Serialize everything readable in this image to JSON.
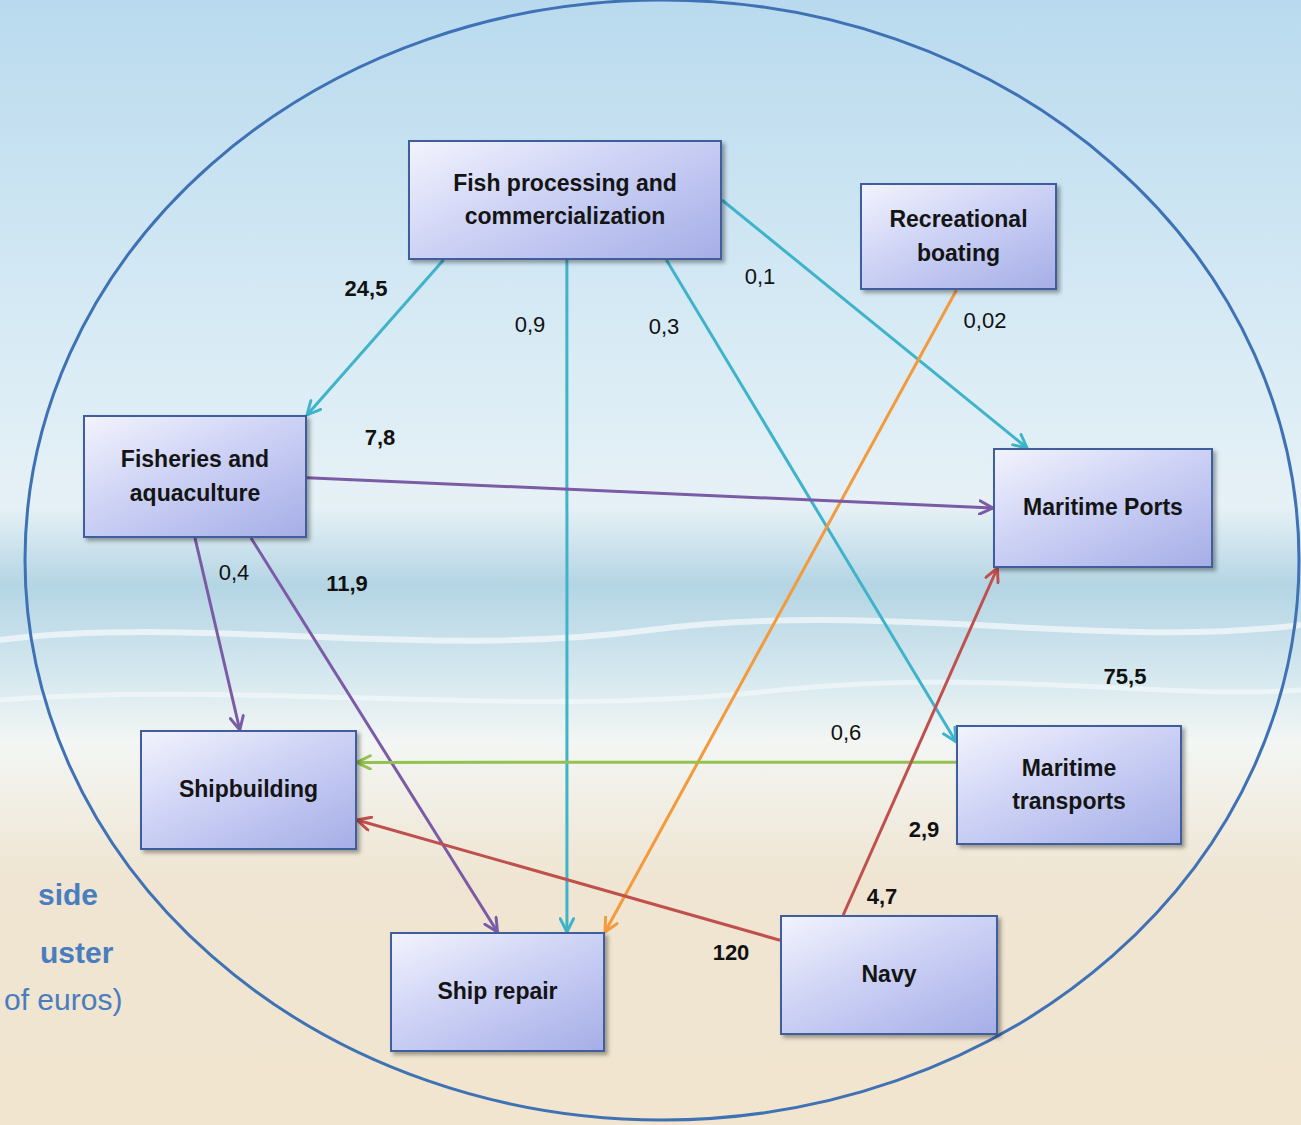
{
  "diagram": {
    "nodes": [
      {
        "text": [
          "Fish processing and commercialization"
        ]
      },
      {
        "text": [
          "Recreational boating"
        ]
      },
      {
        "text": [
          "Fisheries and aquaculture"
        ]
      },
      {
        "text": [
          "Maritime Ports"
        ]
      },
      {
        "text": [
          "Shipbuilding"
        ]
      },
      {
        "text": [
          "Maritime transports"
        ]
      },
      {
        "text": [
          "Ship repair"
        ]
      },
      {
        "text": [
          "Navy"
        ]
      }
    ],
    "edges": [
      {
        "from": 0,
        "to": 2,
        "arrow": "to",
        "label": "24,5"
      },
      {
        "from": 0,
        "to": 6,
        "arrow": "to",
        "label": "0,9"
      },
      {
        "from": 0,
        "to": 5,
        "arrow": "to",
        "label": "0,3"
      },
      {
        "from": 0,
        "to": 3,
        "arrow": "to",
        "label": "0,1"
      },
      {
        "from": 1,
        "to": 6,
        "arrow": "to",
        "label": "0,02"
      },
      {
        "from": 2,
        "to": 3,
        "arrow": "to",
        "label": "7,8"
      },
      {
        "from": 2,
        "to": 4,
        "arrow": "to",
        "label": "0,4"
      },
      {
        "from": 2,
        "to": 6,
        "arrow": "to",
        "label": "11,9"
      },
      {
        "from": 5,
        "to": 4,
        "arrow": "to",
        "label": "0,6"
      },
      {
        "from": 7,
        "to": 4,
        "arrow": "to",
        "label": "120"
      },
      {
        "from": 7,
        "to": 3,
        "arrow": "to",
        "label": "4,7"
      }
    ],
    "labels": [
      "75,5",
      "2,9",
      "side",
      "uster",
      "of euros)"
    ]
  }
}
